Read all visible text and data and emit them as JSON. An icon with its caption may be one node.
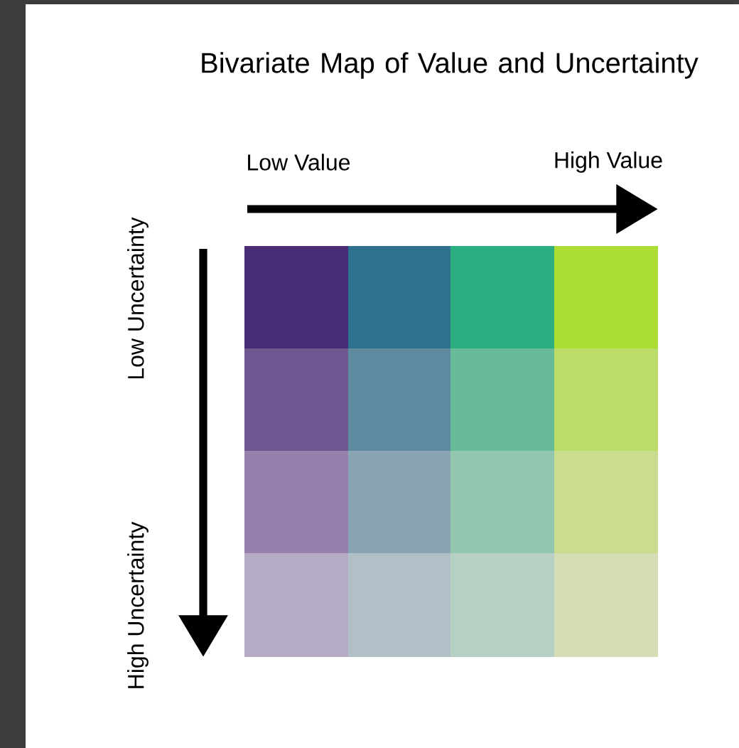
{
  "diagram": {
    "title": "Bivariate Map of Value and Uncertainty",
    "labels": [
      "Low Value",
      "High Value",
      "Low Uncertainty",
      "High Uncertainty"
    ]
  }
}
